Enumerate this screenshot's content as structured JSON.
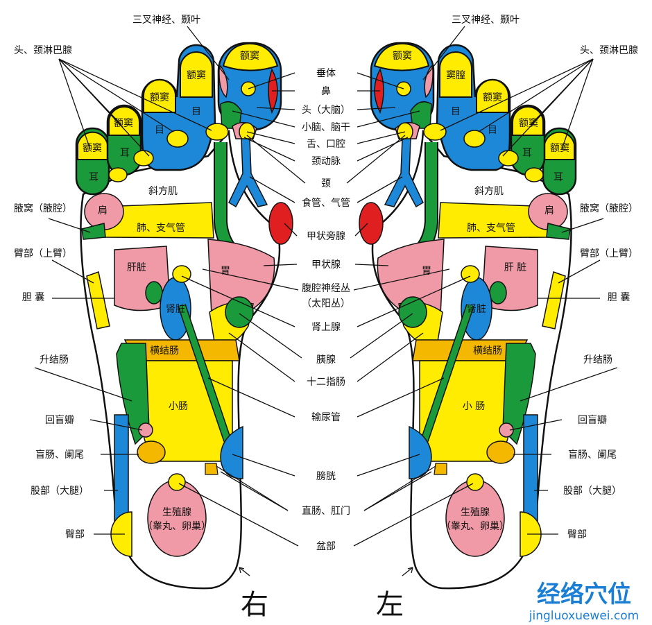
{
  "colors": {
    "yellow": "#ffec00",
    "blue": "#1e88d8",
    "green": "#1a9a3a",
    "pink": "#ef9aa6",
    "red": "#e02020",
    "orange": "#f5b800",
    "logo": "#1a7fd4"
  },
  "center_labels": [
    "垂体",
    "鼻",
    "头（大脑）",
    "小脑、脑干",
    "舌、口腔",
    "颈动脉",
    "颈",
    "食管、气管",
    "甲状旁腺",
    "甲状腺",
    "腹腔神经丛",
    "（太阳丛）",
    "肾上腺",
    "胰腺",
    "十二指肠",
    "输尿管",
    "膀胱",
    "直肠、肛门",
    "盆部"
  ],
  "side_labels": [
    "三叉神经、颞叶",
    "头、颈淋巴腺",
    "腋窝（腋腔）",
    "臂部（上臂）",
    "胆 囊",
    "升结肠",
    "回盲瓣",
    "盲肠、阑尾",
    "股部（大腿）",
    "臀部"
  ],
  "right_foot": {
    "caption": "右",
    "zones": [
      "额窦",
      "额窦",
      "额窦",
      "额窦",
      "额窦",
      "目",
      "目",
      "耳",
      "耳",
      "斜方肌",
      "肩",
      "肺、支气管",
      "肝脏",
      "胃",
      "肾脏",
      "横结肠",
      "小肠",
      "生殖腺",
      "（睾丸、卵巢）"
    ]
  },
  "left_foot": {
    "caption": "左",
    "zones": [
      "额窦",
      "窦膣",
      "额窦",
      "额窦",
      "额窦",
      "目",
      "目",
      "耳",
      "耳",
      "斜方肌",
      "肩",
      "肺、支气管",
      "肝 脏",
      "胃",
      "肾脏",
      "横结肠",
      "小 肠",
      "生殖腺",
      "（睾丸、卵巢）"
    ]
  },
  "logo": {
    "title": "经络穴位",
    "url": "jingluoxuewei.com"
  }
}
